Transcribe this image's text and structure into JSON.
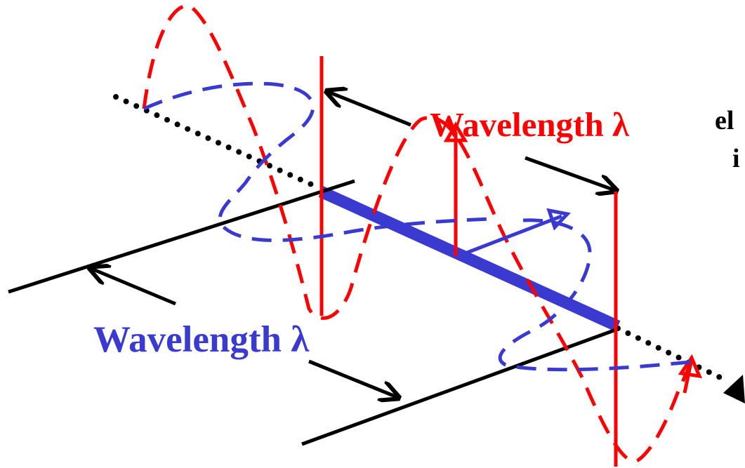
{
  "colors": {
    "red": "#ff0000",
    "blue": "#3a3ad0",
    "black": "#000000",
    "background": "#ffffff"
  },
  "labels": {
    "red_wavelength": "Wavelength λ",
    "blue_wavelength": "Wavelength λ",
    "right_clipped_1": "el",
    "right_clipped_2": "i"
  },
  "icons": {
    "arrowhead": "filled-triangle"
  }
}
